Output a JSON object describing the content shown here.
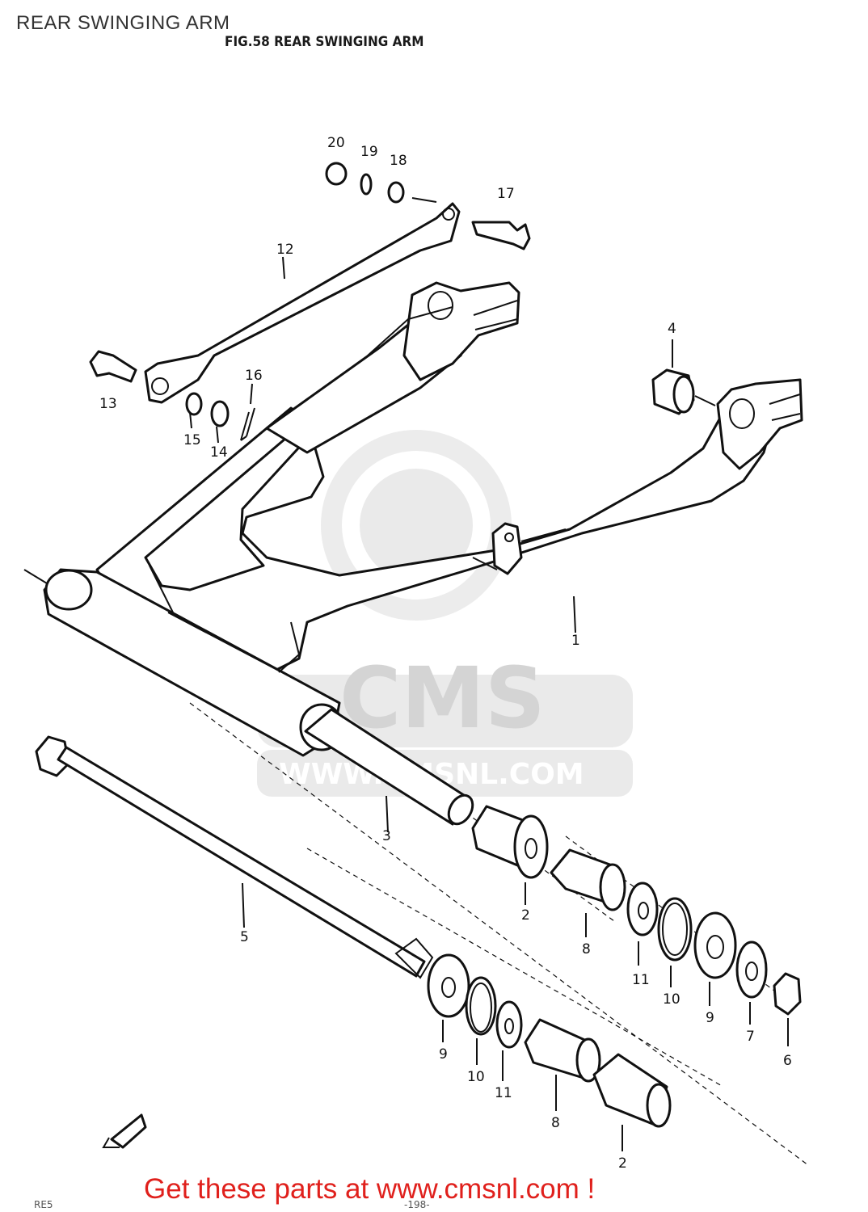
{
  "header": {
    "page_title": "REAR SWINGING ARM",
    "figure_title": "FIG.58  REAR SWINGING ARM"
  },
  "watermark": {
    "brand": "CMS",
    "url": "WWW.CMSNL.COM"
  },
  "footer": {
    "text": "Get these parts at www.cmsnl.com !",
    "color": "#e0201c"
  },
  "margin_notes": {
    "bottom_left": "RE5",
    "bottom_center": "-198-"
  },
  "callouts": {
    "p20": "20",
    "p19": "19",
    "p18": "18",
    "p17": "17",
    "p12": "12",
    "p13": "13",
    "p16": "16",
    "p15": "15",
    "p14": "14",
    "p4": "4",
    "p1": "1",
    "p3": "3",
    "p5": "5",
    "p2a": "2",
    "p8a": "8",
    "p11a": "11",
    "p10a": "10",
    "p9a": "9",
    "p7": "7",
    "p6": "6",
    "p9b": "9",
    "p10b": "10",
    "p11b": "11",
    "p8b": "8",
    "p2b": "2"
  },
  "icons": {
    "front_arrow": "front-direction-arrow-icon"
  }
}
